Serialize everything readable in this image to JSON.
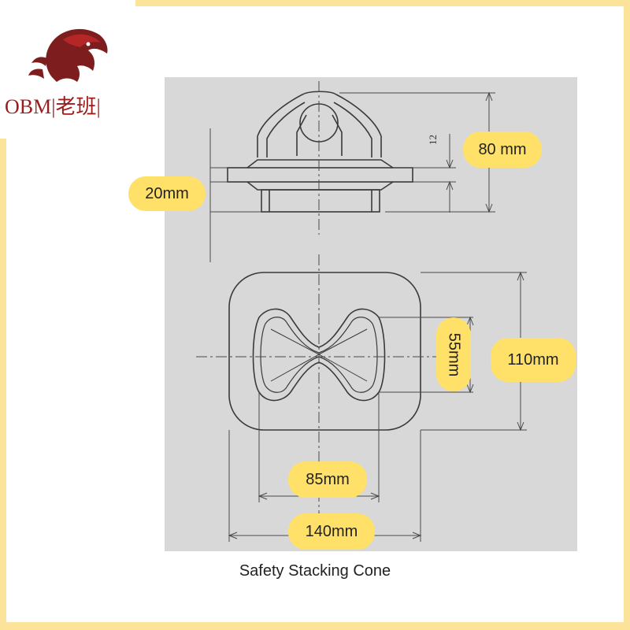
{
  "logo": {
    "text": "OBM|老班|",
    "icon": "horse-head-logo"
  },
  "dimensions": {
    "height_total": "80 mm",
    "flange_thickness": "20mm",
    "small_dim": "12",
    "inner_width": "55mm",
    "outer_length": "110mm",
    "slot_length": "85mm",
    "outer_width": "140mm"
  },
  "caption": "Safety Stacking Cone",
  "colors": {
    "frame": "#fbe39a",
    "label_fill": "#ffe16a",
    "paper": "#d9d9d9",
    "ink": "#3a3a3a",
    "logo": "#9b1c1c"
  }
}
